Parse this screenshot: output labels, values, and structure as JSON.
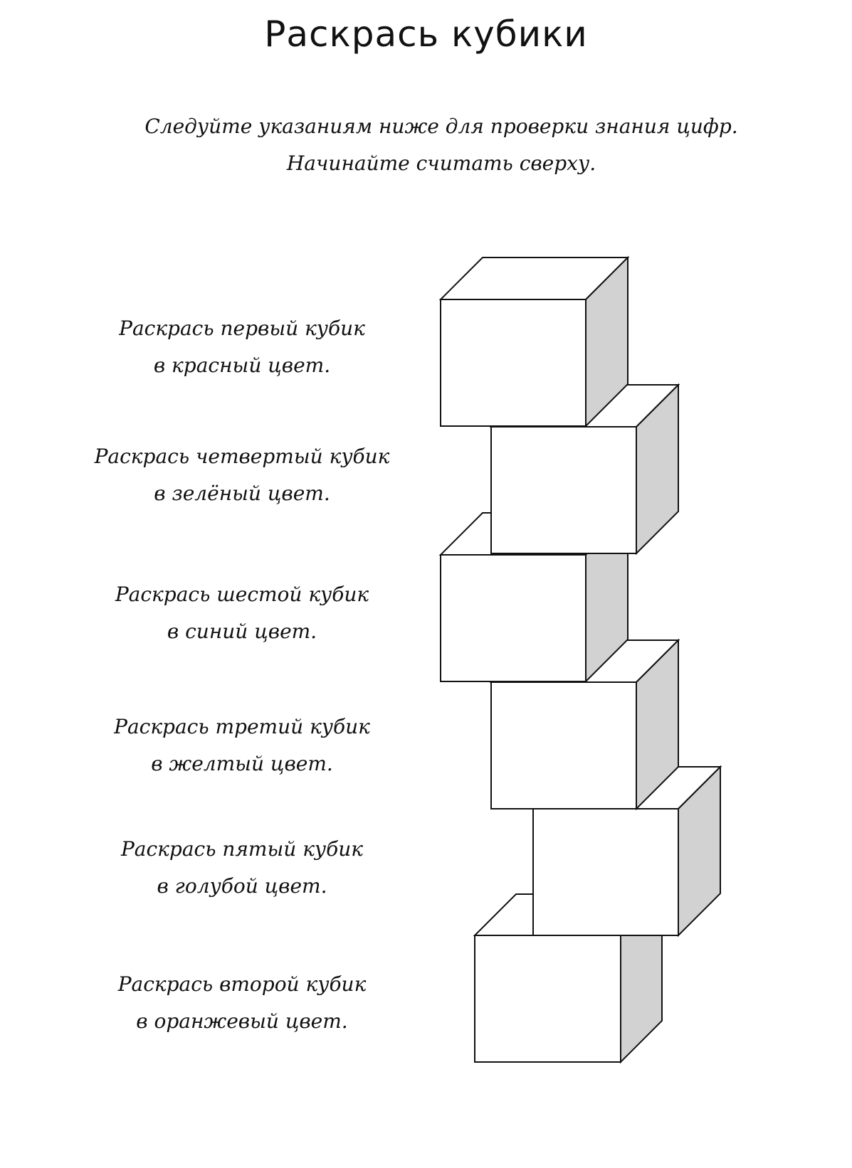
{
  "title": "Раскрась кубики",
  "intro": {
    "line1": "Следуйте указаниям ниже для проверки знания цифр.",
    "line2": "Начинайте считать сверху."
  },
  "instructions": [
    {
      "line1": "Раскрась первый кубик",
      "line2": "в красный цвет."
    },
    {
      "line1": "Раскрась четвертый кубик",
      "line2": "в зелёный цвет."
    },
    {
      "line1": "Раскрась шестой кубик",
      "line2": "в синий цвет."
    },
    {
      "line1": "Раскрась третий кубик",
      "line2": "в желтый цвет."
    },
    {
      "line1": "Раскрась пятый кубик",
      "line2": "в голубой цвет."
    },
    {
      "line1": "Раскрась второй кубик",
      "line2": "в оранжевый цвет."
    }
  ],
  "cubes": {
    "count": 6,
    "face_colors": {
      "front": "#ffffff",
      "top": "#ffffff",
      "side": "#d2d2d2",
      "outline": "#111111"
    }
  }
}
